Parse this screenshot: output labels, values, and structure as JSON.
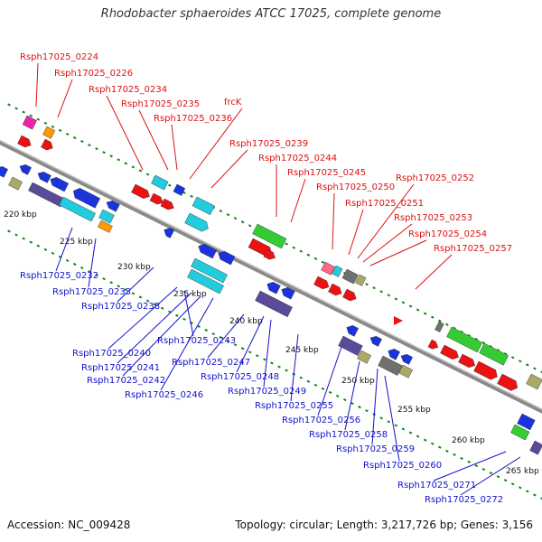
{
  "title": "Rhodobacter sphaeroides ATCC 17025, complete genome",
  "accession": "Accession: NC_009428",
  "topology": "Topology: circular; Length: 3,217,726 bp; Genes: 3,156",
  "colors": {
    "backbone": "#8a8a8a",
    "top_label": "#dd1111",
    "bottom_label": "#1111cc",
    "red_gene": "#ee1111",
    "blue_gene": "#1a33dd",
    "cyan_gene": "#22ccdd",
    "green_gene": "#33cc33",
    "purple_gene": "#5a4a9a",
    "olive_gene": "#aaaa66",
    "gray_gene": "#707070",
    "magenta_gene": "#ee22aa",
    "orange_gene": "#ff9900",
    "tick_green": "#118811"
  },
  "ticks": [
    {
      "label": "220 kbp"
    },
    {
      "label": "225 kbp"
    },
    {
      "label": "230 kbp"
    },
    {
      "label": "235 kbp"
    },
    {
      "label": "240 kbp"
    },
    {
      "label": "245 kbp"
    },
    {
      "label": "250 kbp"
    },
    {
      "label": "255 kbp"
    },
    {
      "label": "260 kbp"
    },
    {
      "label": "265 kbp"
    }
  ],
  "top_labels": [
    "Rsph17025_0224",
    "Rsph17025_0226",
    "Rsph17025_0234",
    "Rsph17025_0235",
    "Rsph17025_0236",
    "frcK",
    "Rsph17025_0239",
    "Rsph17025_0244",
    "Rsph17025_0245",
    "Rsph17025_0250",
    "Rsph17025_0251",
    "Rsph17025_0252",
    "Rsph17025_0253",
    "Rsph17025_0254",
    "Rsph17025_0257"
  ],
  "bottom_labels": [
    "Rsph17025_0232",
    "Rsph17025_0233",
    "Rsph17025_0238",
    "Rsph17025_0240",
    "Rsph17025_0243",
    "Rsph17025_0241",
    "Rsph17025_0242",
    "Rsph17025_0247",
    "Rsph17025_0246",
    "Rsph17025_0248",
    "Rsph17025_0249",
    "Rsph17025_0255",
    "Rsph17025_0256",
    "Rsph17025_0258",
    "Rsph17025_0259",
    "Rsph17025_0260",
    "Rsph17025_0271",
    "Rsph17025_0272"
  ]
}
